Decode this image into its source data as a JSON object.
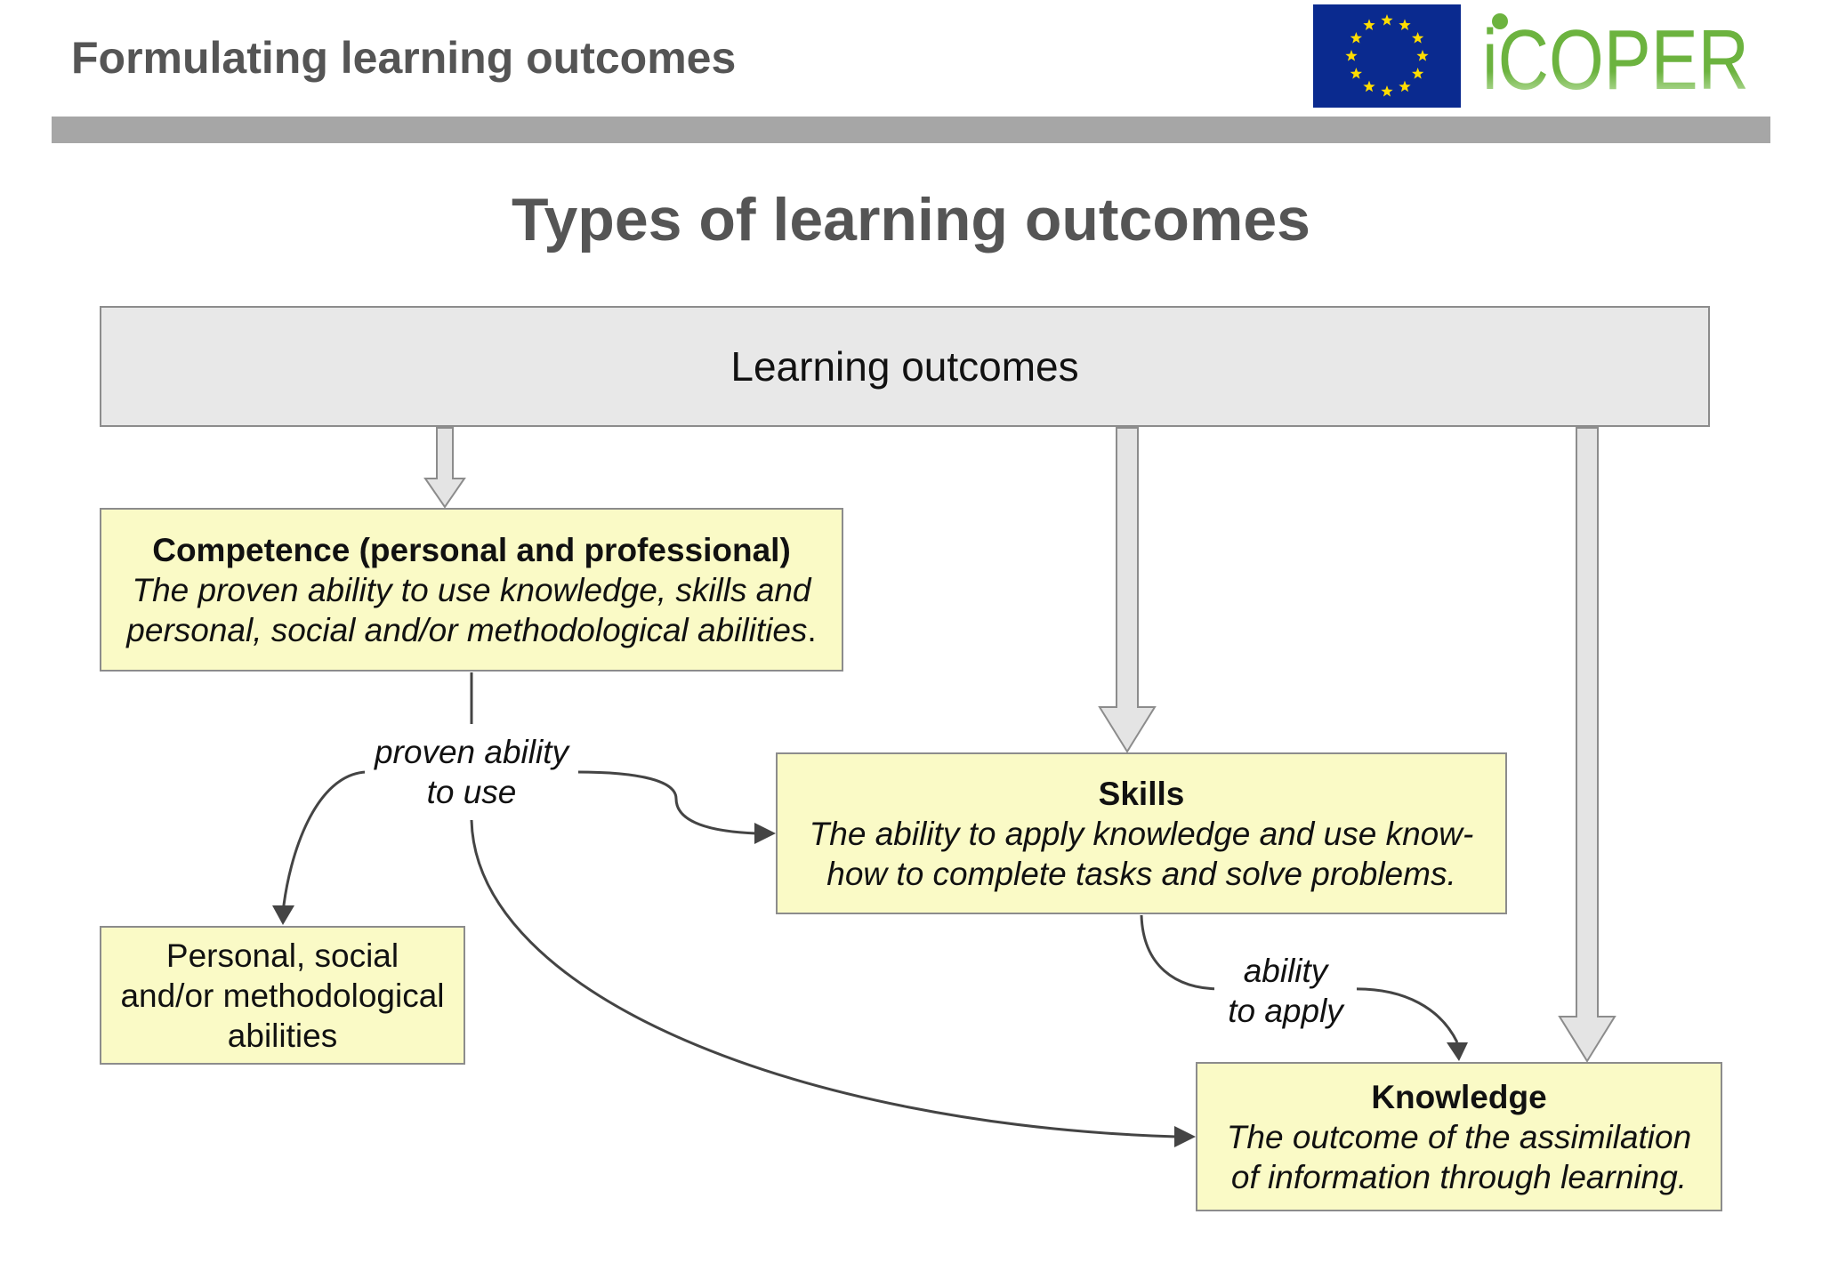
{
  "header": {
    "title": "Formulating learning outcomes",
    "logo_text": "iCOPER"
  },
  "slide_title": "Types of learning outcomes",
  "diagram": {
    "root": {
      "label": "Learning outcomes"
    },
    "competence": {
      "title": "Competence (personal and professional)",
      "description_line1": "The proven ability to use knowledge, skills and",
      "description_line2": "personal, social and/or methodological abilities",
      "description_end": "."
    },
    "skills": {
      "title": "Skills",
      "description_line1": "The ability to apply knowledge and use know-",
      "description_line2": "how to complete tasks and solve problems."
    },
    "knowledge": {
      "title": "Knowledge",
      "description_line1": "The outcome of the assimilation",
      "description_line2": "of information through learning."
    },
    "abilities": {
      "line1": "Personal, social",
      "line2": "and/or methodological",
      "line3": "abilities"
    },
    "edge_labels": {
      "proven_line1": "proven ability",
      "proven_line2": "to use",
      "apply_line1": "ability",
      "apply_line2": "to apply"
    }
  },
  "colors": {
    "eu_blue": "#0a2a8f",
    "eu_star": "#ffdd00",
    "logo_green": "#6cb33f",
    "box_yellow": "#fafac6",
    "root_gray": "#e8e8e8",
    "header_bar": "#a6a6a6",
    "title_gray": "#555555"
  }
}
